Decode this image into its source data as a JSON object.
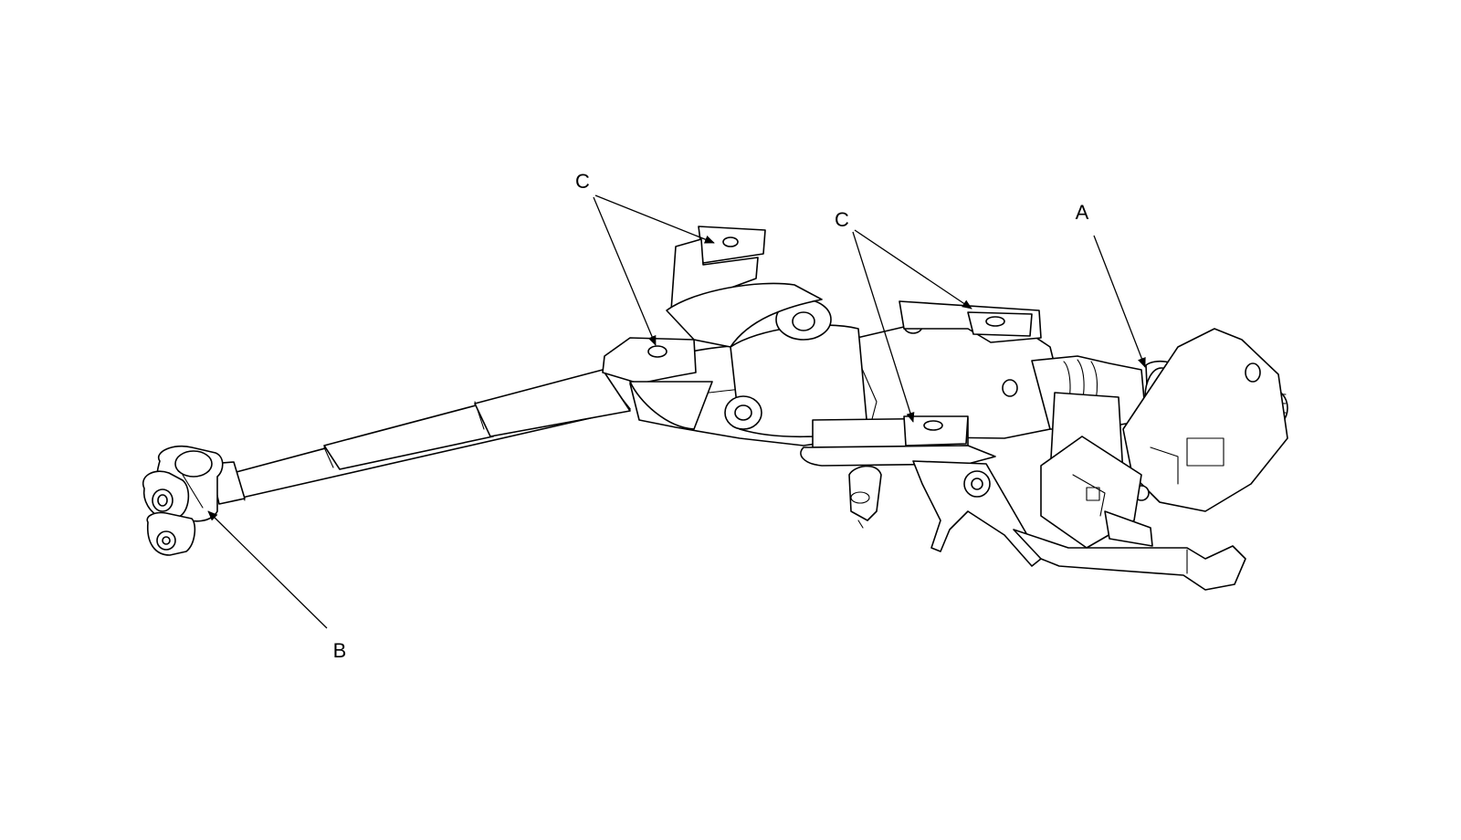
{
  "diagram": {
    "callouts": [
      {
        "id": "a",
        "label": "A"
      },
      {
        "id": "b",
        "label": "B"
      },
      {
        "id": "c1",
        "label": "C"
      },
      {
        "id": "c2",
        "label": "C"
      }
    ]
  }
}
